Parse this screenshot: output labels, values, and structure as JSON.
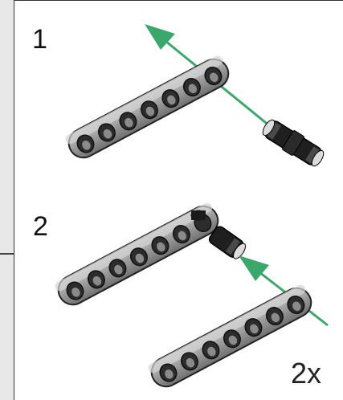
{
  "steps": [
    {
      "number": "1"
    },
    {
      "number": "2"
    }
  ],
  "step2_quantity": "2x",
  "colors": {
    "arrow": "#3aa86a",
    "beam": "#9a9a9a",
    "beam_dark": "#6e6e6e",
    "pin": "#1f1f1f",
    "panel_border": "#333333",
    "margin_bg": "#e8e8e8"
  },
  "icons": [
    "green-direction-arrow",
    "lego-beam-7-hole",
    "lego-black-friction-pin"
  ]
}
